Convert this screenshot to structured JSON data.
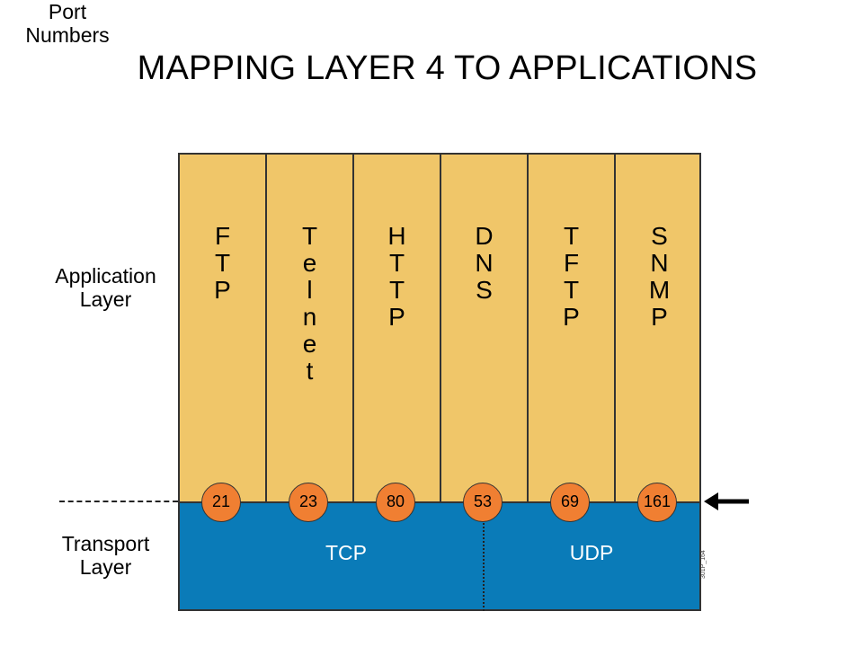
{
  "title": "MAPPING LAYER 4 TO APPLICATIONS",
  "application_layer_label": [
    "Application",
    "Layer"
  ],
  "transport_layer_label": [
    "Transport",
    "Layer"
  ],
  "port_numbers_label": [
    "Port",
    "Numbers"
  ],
  "applications": [
    {
      "name": "FTP",
      "letters": [
        "F",
        "T",
        "P"
      ],
      "port": "21"
    },
    {
      "name": "Telnet",
      "letters": [
        "T",
        "e",
        "l",
        "n",
        "e",
        "t"
      ],
      "port": "23"
    },
    {
      "name": "HTTP",
      "letters": [
        "H",
        "T",
        "T",
        "P"
      ],
      "port": "80"
    },
    {
      "name": "DNS",
      "letters": [
        "D",
        "N",
        "S"
      ],
      "port": "53"
    },
    {
      "name": "TFTP",
      "letters": [
        "T",
        "F",
        "T",
        "P"
      ],
      "port": "69"
    },
    {
      "name": "SNMP",
      "letters": [
        "S",
        "N",
        "M",
        "P"
      ],
      "port": "161"
    }
  ],
  "protocols": {
    "tcp": "TCP",
    "udp": "UDP"
  },
  "figure_id": "301P_164",
  "colors": {
    "application_fill": "#f0c669",
    "transport_fill": "#0a7bb8",
    "port_circle": "#f07f32"
  }
}
